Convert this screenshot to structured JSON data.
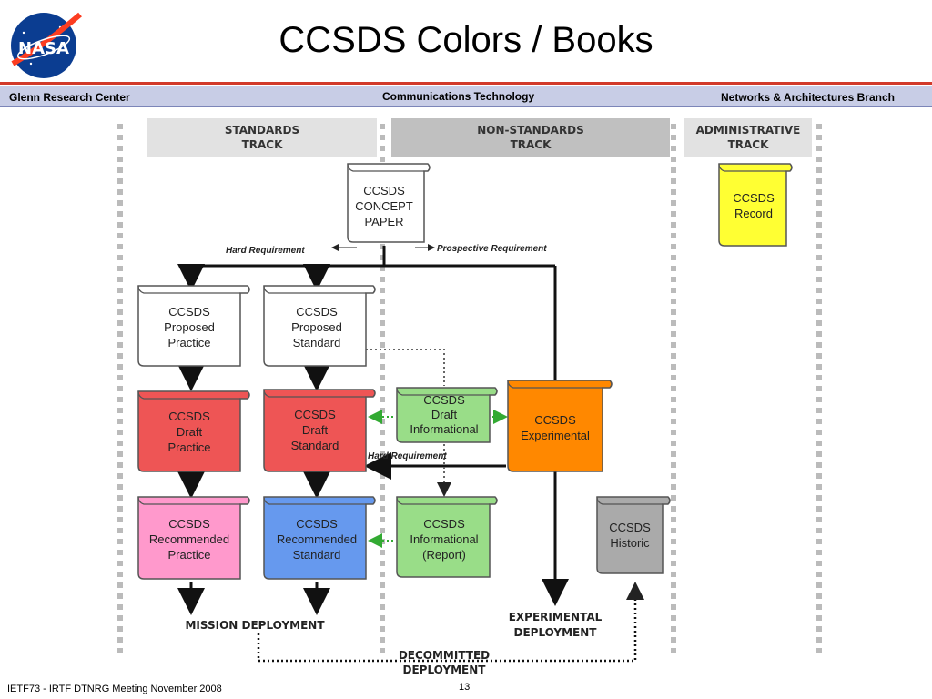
{
  "slide": {
    "title": "CCSDS Colors / Books",
    "header_left": "Glenn Research Center",
    "header_center": "Communications Technology",
    "header_right": "Networks & Architectures Branch",
    "footer_left": "IETF73  -  IRTF DTNRG Meeting  November 2008",
    "page_number": "13",
    "logo_text": "NASA"
  },
  "tracks": {
    "standards": [
      "STANDARDS",
      "TRACK"
    ],
    "non_standards": [
      "NON-STANDARDS",
      "TRACK"
    ],
    "administrative": [
      "ADMINISTRATIVE",
      "TRACK"
    ]
  },
  "nodes": {
    "concept": [
      "CCSDS",
      "CONCEPT",
      "PAPER"
    ],
    "record": [
      "CCSDS",
      "Record"
    ],
    "proposed_practice": [
      "CCSDS",
      "Proposed",
      "Practice"
    ],
    "proposed_standard": [
      "CCSDS",
      "Proposed",
      "Standard"
    ],
    "draft_practice": [
      "CCSDS",
      "Draft",
      "Practice"
    ],
    "draft_standard": [
      "CCSDS",
      "Draft",
      "Standard"
    ],
    "draft_informational": [
      "CCSDS",
      "Draft",
      "Informational"
    ],
    "experimental": [
      "CCSDS",
      "Experimental"
    ],
    "recommended_practice": [
      "CCSDS",
      "Recommended",
      "Practice"
    ],
    "recommended_standard": [
      "CCSDS",
      "Recommended",
      "Standard"
    ],
    "informational_report": [
      "CCSDS",
      "Informational",
      "(Report)"
    ],
    "historic": [
      "CCSDS",
      "Historic"
    ]
  },
  "labels": {
    "hard_requirement_top": "Hard Requirement",
    "prospective_requirement": "Prospective Requirement",
    "hard_requirement_mid": "Hard Requirement",
    "mission_deployment": "MISSION DEPLOYMENT",
    "experimental_deployment": [
      "EXPERIMENTAL",
      "DEPLOYMENT"
    ],
    "decommitted_deployment": [
      "DECOMMITTED",
      "DEPLOYMENT"
    ]
  },
  "colors": {
    "white_book": "#ffffff",
    "yellow_book": "#ffff33",
    "red_book": "#ee5555",
    "green_book": "#99dd88",
    "orange_book": "#ff8800",
    "pink_book": "#ff99cc",
    "blue_book": "#6699ee",
    "gray_book": "#aaaaaa",
    "header_band": "#c8cde6",
    "header_rule": "#d23a2a"
  }
}
